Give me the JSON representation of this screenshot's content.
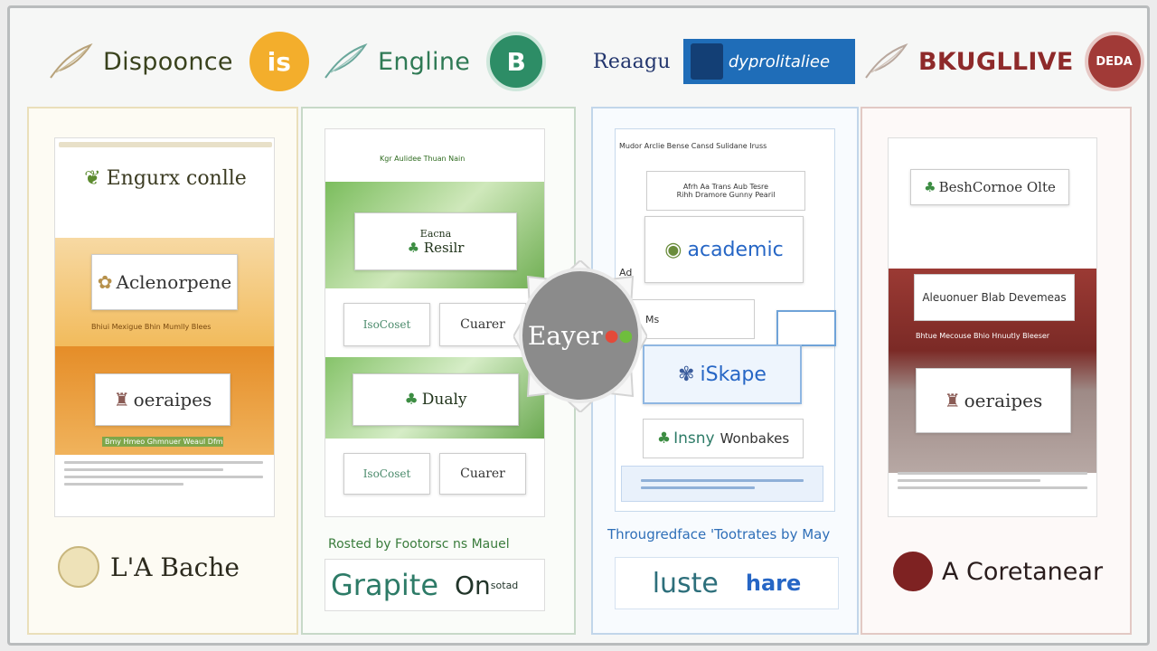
{
  "header": {
    "item1": {
      "label": "Dispoonce",
      "badge": "is",
      "badge_color": "#f3ae2c"
    },
    "item2": {
      "label": "Engline",
      "badge": "B",
      "badge_color": "#2d8d66"
    },
    "item3": {
      "label": "Reaagu",
      "banner": "dyprolitaliee",
      "banner_color": "#1f6db8"
    },
    "item4": {
      "label": "BKUGLLIVE",
      "badge": "DEDA",
      "badge_color": "#a13a37"
    }
  },
  "panel1": {
    "title": "Engurx conlle",
    "hero": "Aclenorpene",
    "banner": "Bhiui Mexigue Bhin Mumlly Blees",
    "card": "oeraipes",
    "green_bar": "Bmy Hmeo Ghmnuer Weaul Dfmer",
    "footer": "L'A Bache",
    "accent": "#e79a2a"
  },
  "panel2": {
    "top": "Kgr Aulidee Thuan Nain",
    "card1_title": "Eacna",
    "card1_sub": "Resilr",
    "tile1": "IsoCoset",
    "tile2": "Cuarer",
    "card2": "Dualy",
    "tile3": "IsoCoset",
    "tile4": "Cuarer",
    "caption": "Rosted by Footorsc ns Mauel",
    "footer_left": "Grapite",
    "footer_right": "On",
    "footer_small": "sotad",
    "accent": "#3d8d43"
  },
  "panel3": {
    "top": "Mudor Arclie Bense Cansd Sulidane Iruss",
    "sub1": "Afrh Aa Trans Aub Tesre",
    "sub2": "Rihh Dramore Gunny Pearil",
    "academic": "academic",
    "side_a": "Ad",
    "side_b": "Ms",
    "iskape": "iSkape",
    "insny": "Insny",
    "wonbakes": "Wonbakes",
    "caption": "Througredface 'Tootrates by May",
    "footer_left": "luste",
    "footer_right": "hare",
    "accent": "#2666c5"
  },
  "panel4": {
    "title": "BeshCornoe Olte",
    "hero": "Aleuonuer Blab Devemeas",
    "banner": "Bhtue Mecouse Bhio Hnuutly Bleeser",
    "card": "oeraipes",
    "footer": "A Coretanear",
    "accent": "#8e2a2a"
  },
  "center": {
    "label": "Eayer"
  }
}
